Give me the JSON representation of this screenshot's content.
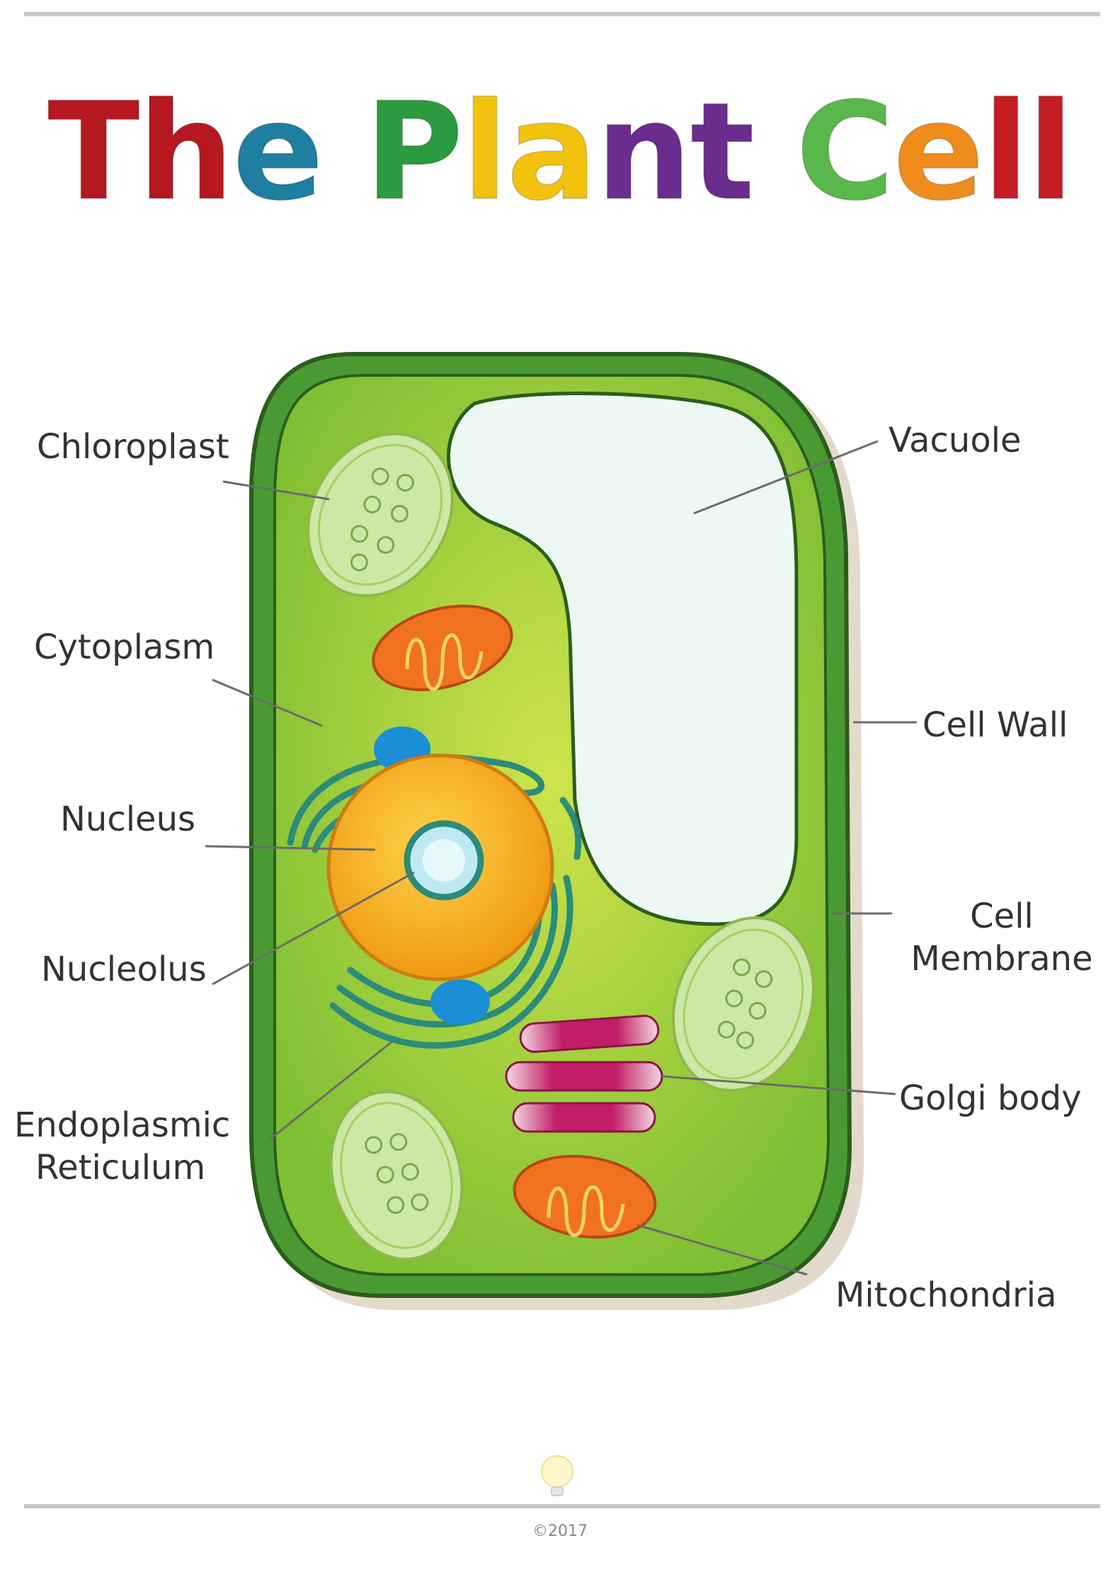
{
  "title": {
    "letters": [
      {
        "ch": "T",
        "color": "#b5181e"
      },
      {
        "ch": "h",
        "color": "#b5181e"
      },
      {
        "ch": "e",
        "color": "#1f7fa1"
      },
      {
        "ch": "P",
        "color": "#2c9a3e"
      },
      {
        "ch": "l",
        "color": "#f2c20f"
      },
      {
        "ch": "a",
        "color": "#f2c20f"
      },
      {
        "ch": "n",
        "color": "#6a2d8e"
      },
      {
        "ch": "t",
        "color": "#6a2d8e"
      },
      {
        "ch": "C",
        "color": "#59b84b"
      },
      {
        "ch": "e",
        "color": "#f08c1b"
      },
      {
        "ch": "l",
        "color": "#c61c24"
      },
      {
        "ch": "l",
        "color": "#c61c24"
      }
    ]
  },
  "labels": {
    "chloroplast": "Chloroplast",
    "cytoplasm": "Cytoplasm",
    "nucleus": "Nucleus",
    "nucleolus": "Nucleolus",
    "er_line1": "Endoplasmic",
    "er_line2": "Reticulum",
    "vacuole": "Vacuole",
    "cell_wall": "Cell Wall",
    "membrane_line1": "Cell",
    "membrane_line2": "Membrane",
    "golgi": "Golgi body",
    "mitochondria": "Mitochondria"
  },
  "footer": {
    "copyright": "©2017"
  },
  "colors": {
    "cell_wall": "#3f8f2e",
    "cytoplasm": "#9fcf3c",
    "vacuole": "#eef8f2",
    "nucleus": "#f6b21d",
    "nucleolus": "#bfe9f2",
    "er": "#2b8c7a",
    "mitochondria": "#f0721f",
    "golgi": "#c21d66",
    "chloroplast": "#cde7a6"
  }
}
